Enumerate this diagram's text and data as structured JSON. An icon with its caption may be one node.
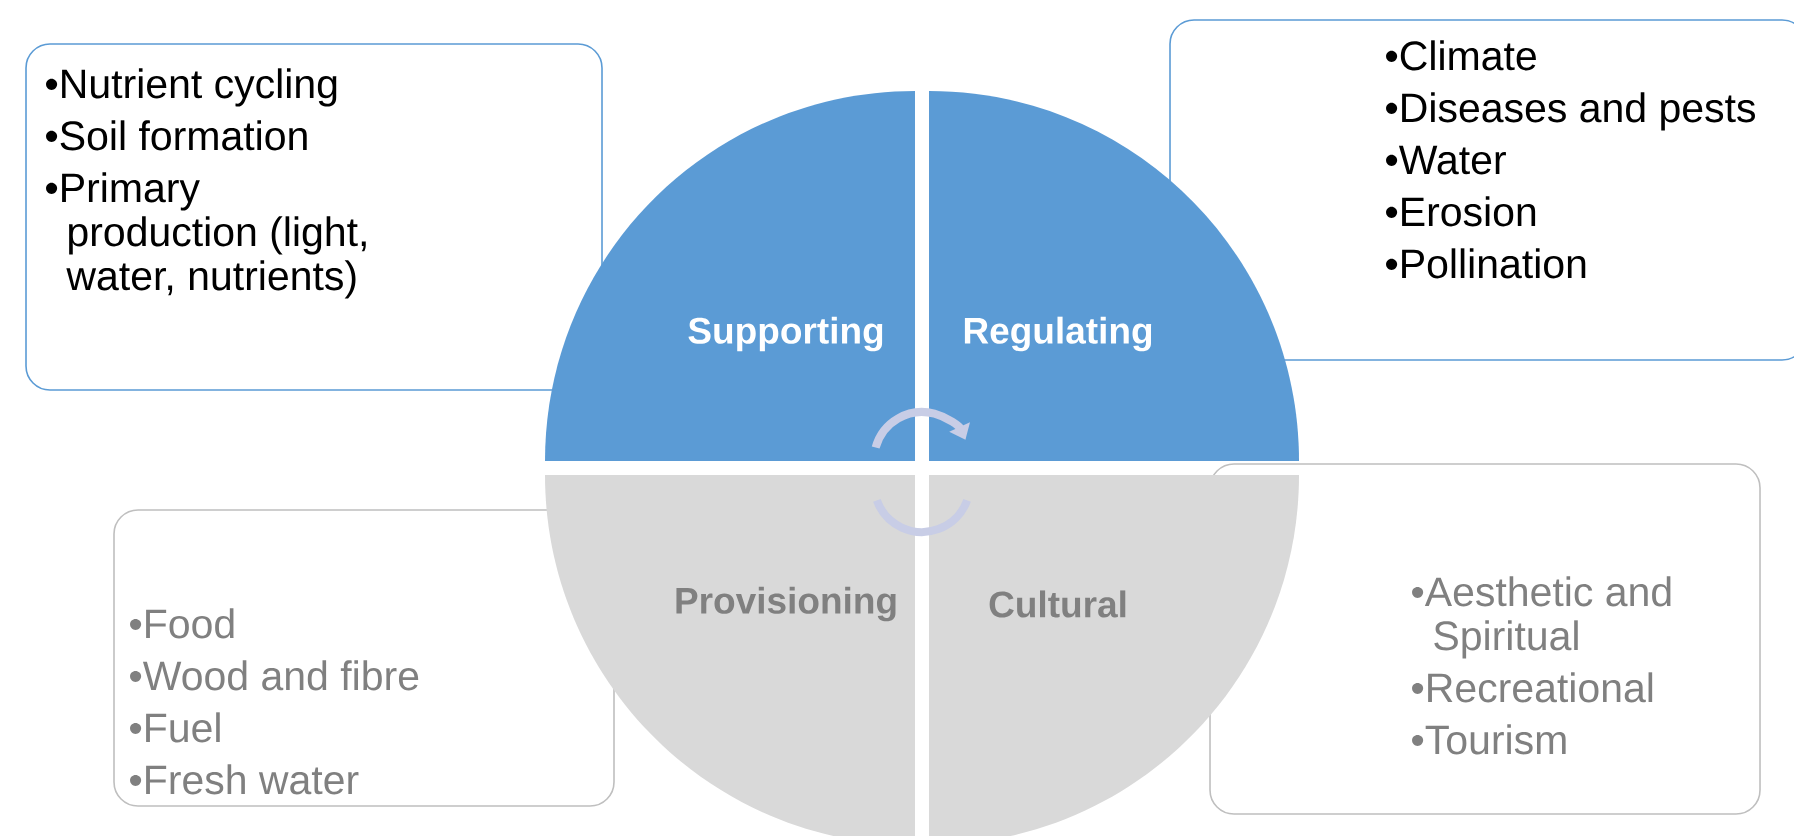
{
  "diagram": {
    "nodes": [
      {
        "text": [
          "•Nutrient cycling",
          "•Soil formation",
          "•Primary production (light, water, nutrients)"
        ]
      },
      {
        "text": [
          "•Climate",
          "•Diseases and pests",
          "•Water",
          "•Erosion",
          "•Pollination"
        ]
      },
      {
        "text": [
          "Supporting"
        ]
      },
      {
        "text": [
          "Regulating"
        ]
      },
      {
        "text": [
          "Provisioning"
        ]
      },
      {
        "text": [
          "Cultural"
        ]
      },
      {
        "text": [
          "•Food",
          "•Wood and fibre",
          "•Fuel",
          "•Fresh water"
        ]
      },
      {
        "text": [
          "•Aesthetic and Spiritual",
          "•Recreational",
          "•Tourism"
        ]
      }
    ]
  }
}
